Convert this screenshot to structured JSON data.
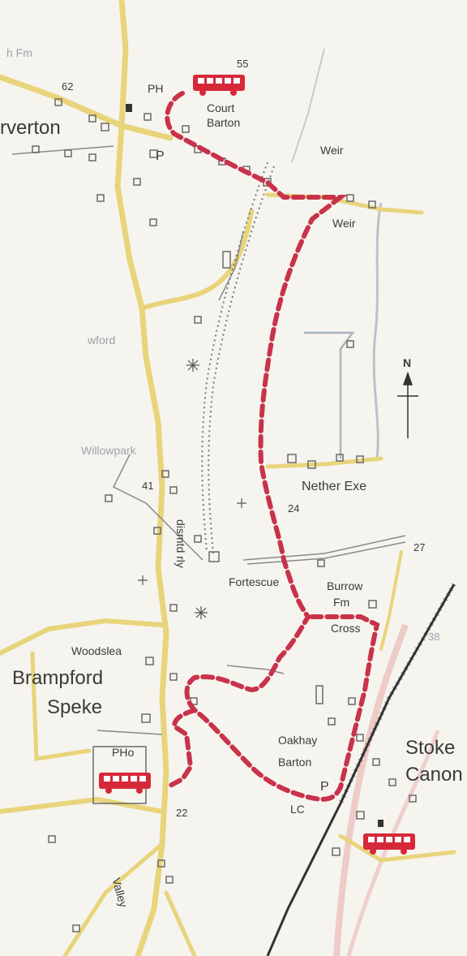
{
  "map": {
    "labels": {
      "h_fm": "h Fm",
      "num_62": "62",
      "num_55": "55",
      "ph_top": "PH",
      "court": "Court",
      "barton_top": "Barton",
      "rverton": "rverton",
      "p_top": "P",
      "weir_1": "Weir",
      "weir_2": "Weir",
      "ford": "wford",
      "willowpark": "Willowpark",
      "num_41": "41",
      "dismtd_rly": "dismtd rly",
      "nether_exe": "Nether Exe",
      "num_24": "24",
      "num_27": "27",
      "fortescue": "Fortescue",
      "burrow": "Burrow",
      "fm": "Fm",
      "cross": "Cross",
      "num_38": "38",
      "woodslea": "Woodslea",
      "brampford": "Brampford",
      "speke": "Speke",
      "pho": "PHo",
      "oakhay": "Oakhay",
      "barton_bottom": "Barton",
      "p_bottom": "P",
      "lc": "LC",
      "stoke": "Stoke",
      "canon": "Canon",
      "num_22": "22",
      "valley": "Valley",
      "north": "N"
    },
    "colors": {
      "background": "#f6f4ee",
      "major_road": "#e8d47a",
      "minor_road": "#8a8a8a",
      "route": "#c8334a",
      "bus": "#d62839",
      "railway": "#333333",
      "river": "#e8a9a9",
      "stream": "#b8c3cf"
    },
    "icons": [
      "bus-icon",
      "bus-icon",
      "bus-icon",
      "north-arrow-icon",
      "church-icon"
    ]
  }
}
